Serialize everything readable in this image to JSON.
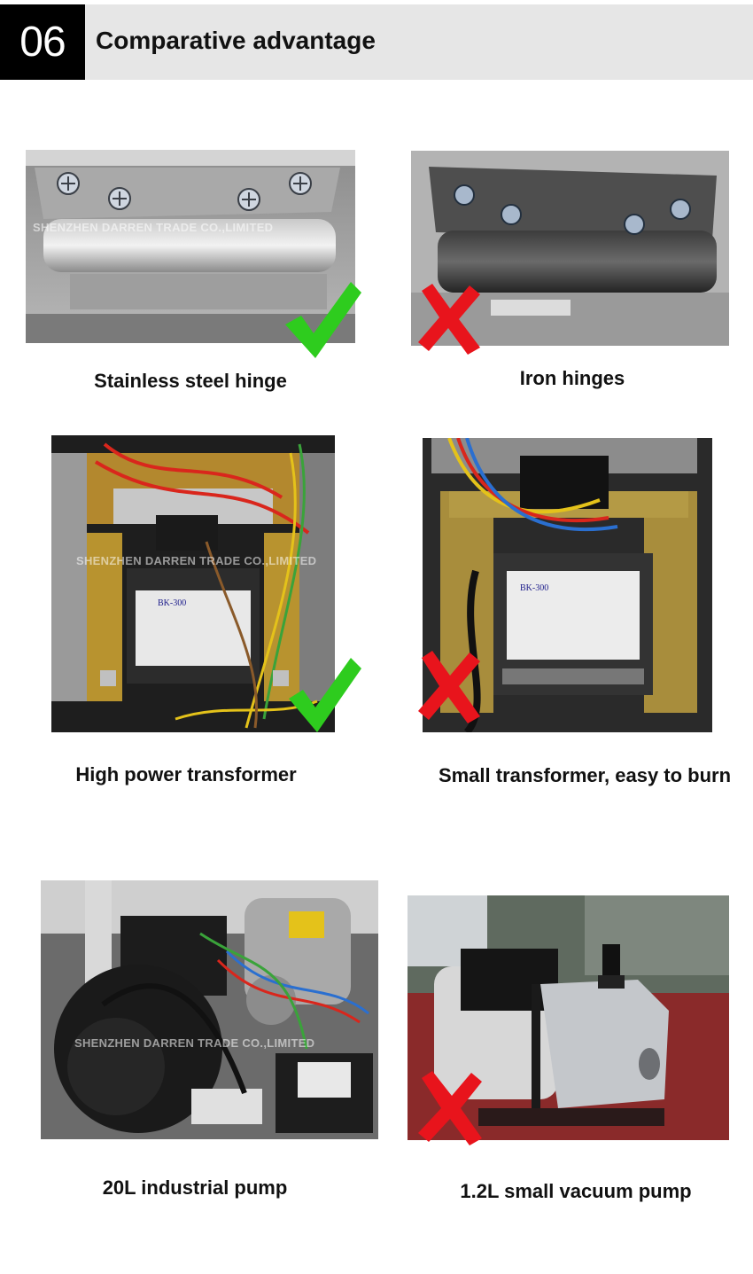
{
  "header": {
    "number": "06",
    "title": "Comparative advantage"
  },
  "watermark": "SHENZHEN DARREN TRADE CO.,LIMITED",
  "comparisons": [
    {
      "good": {
        "caption": "Stainless steel hinge",
        "mark": "check-mark-icon"
      },
      "bad": {
        "caption": "Iron hinges",
        "mark": "cross-mark-icon"
      }
    },
    {
      "good": {
        "caption": "High power transformer",
        "mark": "check-mark-icon"
      },
      "bad": {
        "caption": "Small transformer, easy to burn",
        "mark": "cross-mark-icon"
      }
    },
    {
      "good": {
        "caption": "20L industrial pump"
      },
      "bad": {
        "caption": "1.2L small vacuum pump",
        "mark": "cross-mark-icon"
      }
    }
  ],
  "labels": {
    "transformer_good": "BK-300",
    "transformer_bad": "BK-300"
  },
  "colors": {
    "check": "#2ecc1e",
    "cross": "#e8141c",
    "header_bg": "#e6e6e6",
    "header_num_bg": "#000000"
  }
}
